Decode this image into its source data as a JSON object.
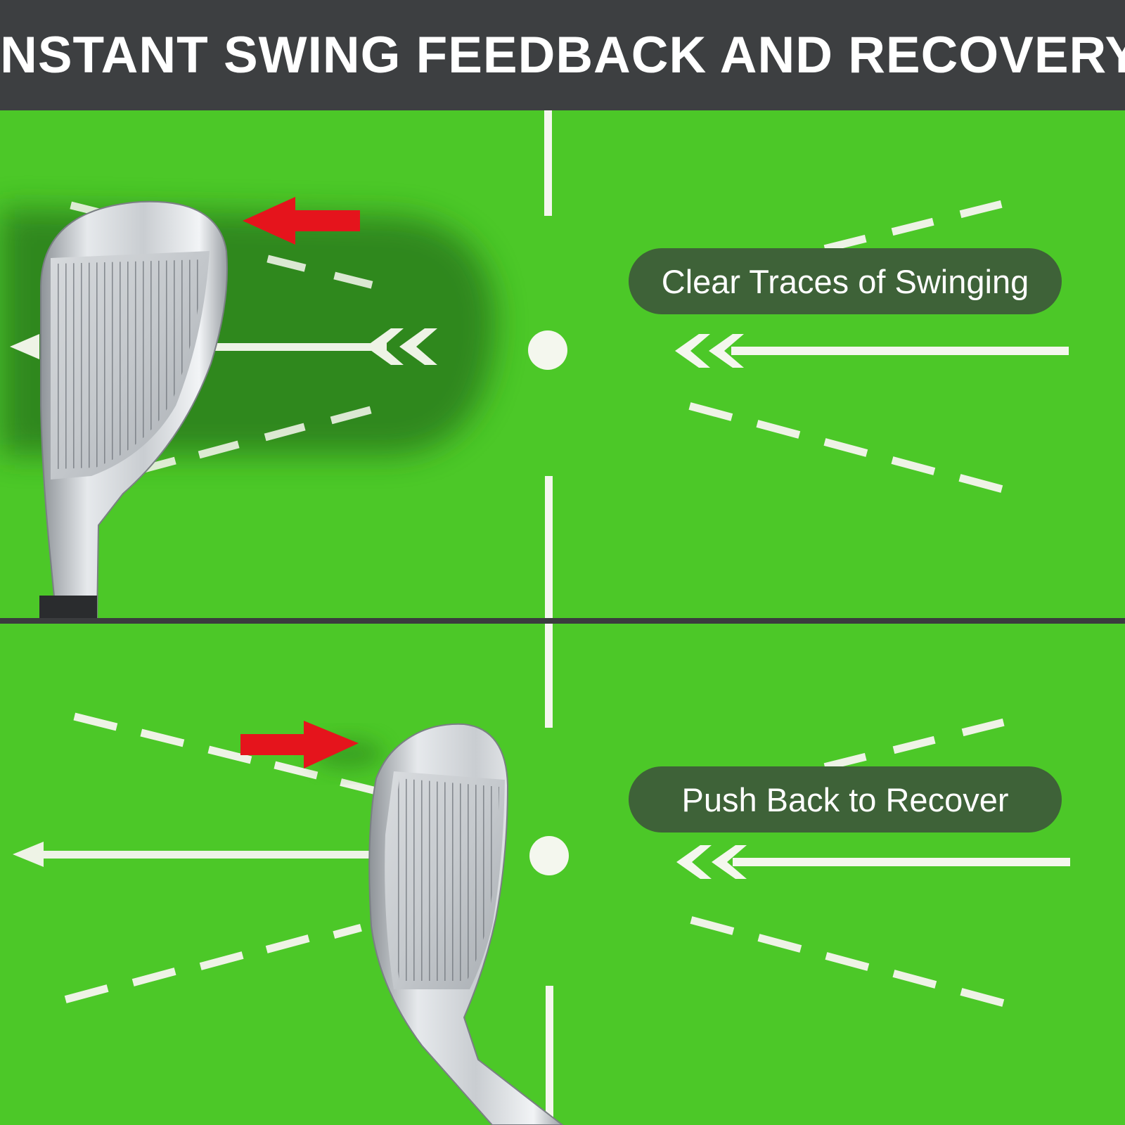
{
  "header": {
    "title": "INSTANT SWING FEEDBACK AND RECOVERY"
  },
  "panels": [
    {
      "caption": "Clear Traces of Swinging",
      "feedback_arrow": "left-arrow-icon",
      "club_face": "iron-club-icon"
    },
    {
      "caption": "Push Back to Recover",
      "feedback_arrow": "right-arrow-icon",
      "club_face": "iron-club-icon"
    }
  ],
  "colors": {
    "header_background": "#3d3f41",
    "mat_green": "#4cc828",
    "mat_green_dark": "#2f8a1e",
    "feedback_arrow": "#e5141c",
    "caption_pill": "#3e6238",
    "marking_white": "#f4f7ee"
  }
}
